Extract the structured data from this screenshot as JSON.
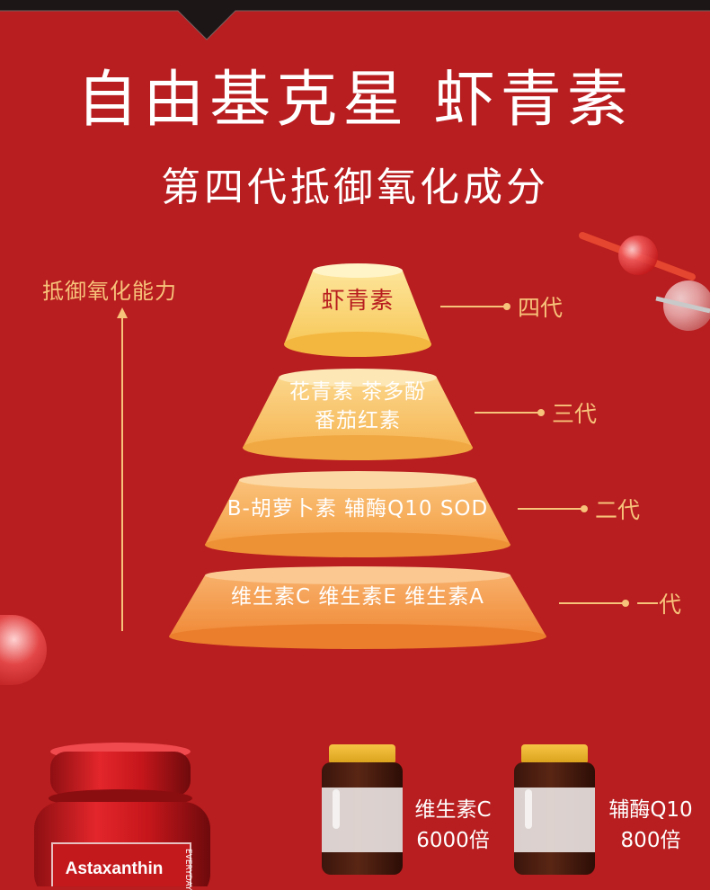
{
  "header": {
    "title": "自由基克星 虾青素",
    "subtitle": "第四代抵御氧化成分"
  },
  "axis": {
    "label": "抵御氧化能力"
  },
  "pyramid": [
    {
      "lines": [
        "虾青素"
      ],
      "generation": "四代"
    },
    {
      "lines": [
        "花青素 茶多酚",
        "番茄红素"
      ],
      "generation": "三代"
    },
    {
      "lines": [
        "B-胡萝卜素 辅酶Q10 SOD"
      ],
      "generation": "二代"
    },
    {
      "lines": [
        "维生素C 维生素E 维生素A"
      ],
      "generation": "一代"
    }
  ],
  "comparison": [
    {
      "name": "维生素C",
      "multiple": "6000倍"
    },
    {
      "name": "辅酶Q10",
      "multiple": "800倍"
    }
  ],
  "product": {
    "label": "Astaxanthin",
    "side_text": "EVERYDAY"
  },
  "colors": {
    "background": "#b81d1f",
    "accent": "#f7c27a"
  }
}
